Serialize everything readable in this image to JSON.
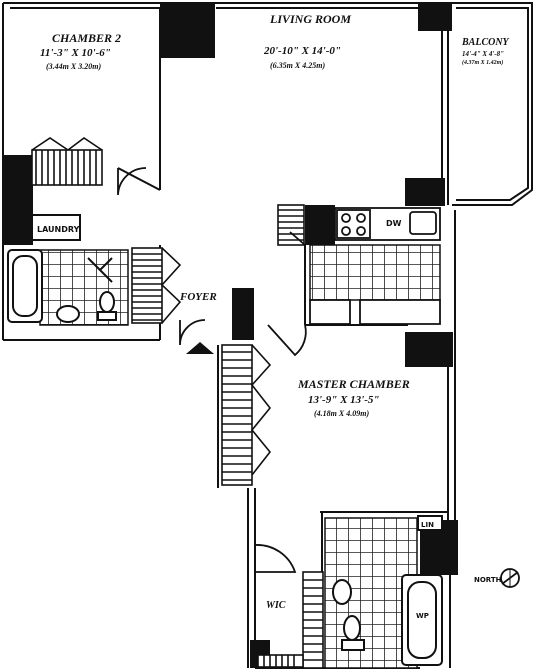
{
  "rooms": {
    "chamber2": {
      "name": "CHAMBER 2",
      "dims_ft": "11'-3\" X 10'-6\"",
      "dims_m": "(3.44m X 3.20m)"
    },
    "living_room": {
      "name": "LIVING ROOM",
      "dims_ft": "20'-10\" X 14'-0\"",
      "dims_m": "(6.35m X 4.25m)"
    },
    "balcony": {
      "name": "BALCONY",
      "dims_ft": "14'-4\" X 4'-8\"",
      "dims_m": "(4.37m X 1.42m)"
    },
    "master_chamber": {
      "name": "MASTER CHAMBER",
      "dims_ft": "13'-9\" X 13'-5\"",
      "dims_m": "(4.18m X 4.09m)"
    },
    "laundry": {
      "name": "LAUNDRY"
    },
    "foyer": {
      "name": "FOYER"
    },
    "wic": {
      "name": "WIC"
    }
  },
  "fixtures": {
    "dishwasher": "DW",
    "linen": "LIN",
    "washer": "WP"
  },
  "north": {
    "label": "NORTH"
  },
  "colors": {
    "wall": "#111111",
    "tile": "#222222",
    "paper": "#ffffff"
  }
}
